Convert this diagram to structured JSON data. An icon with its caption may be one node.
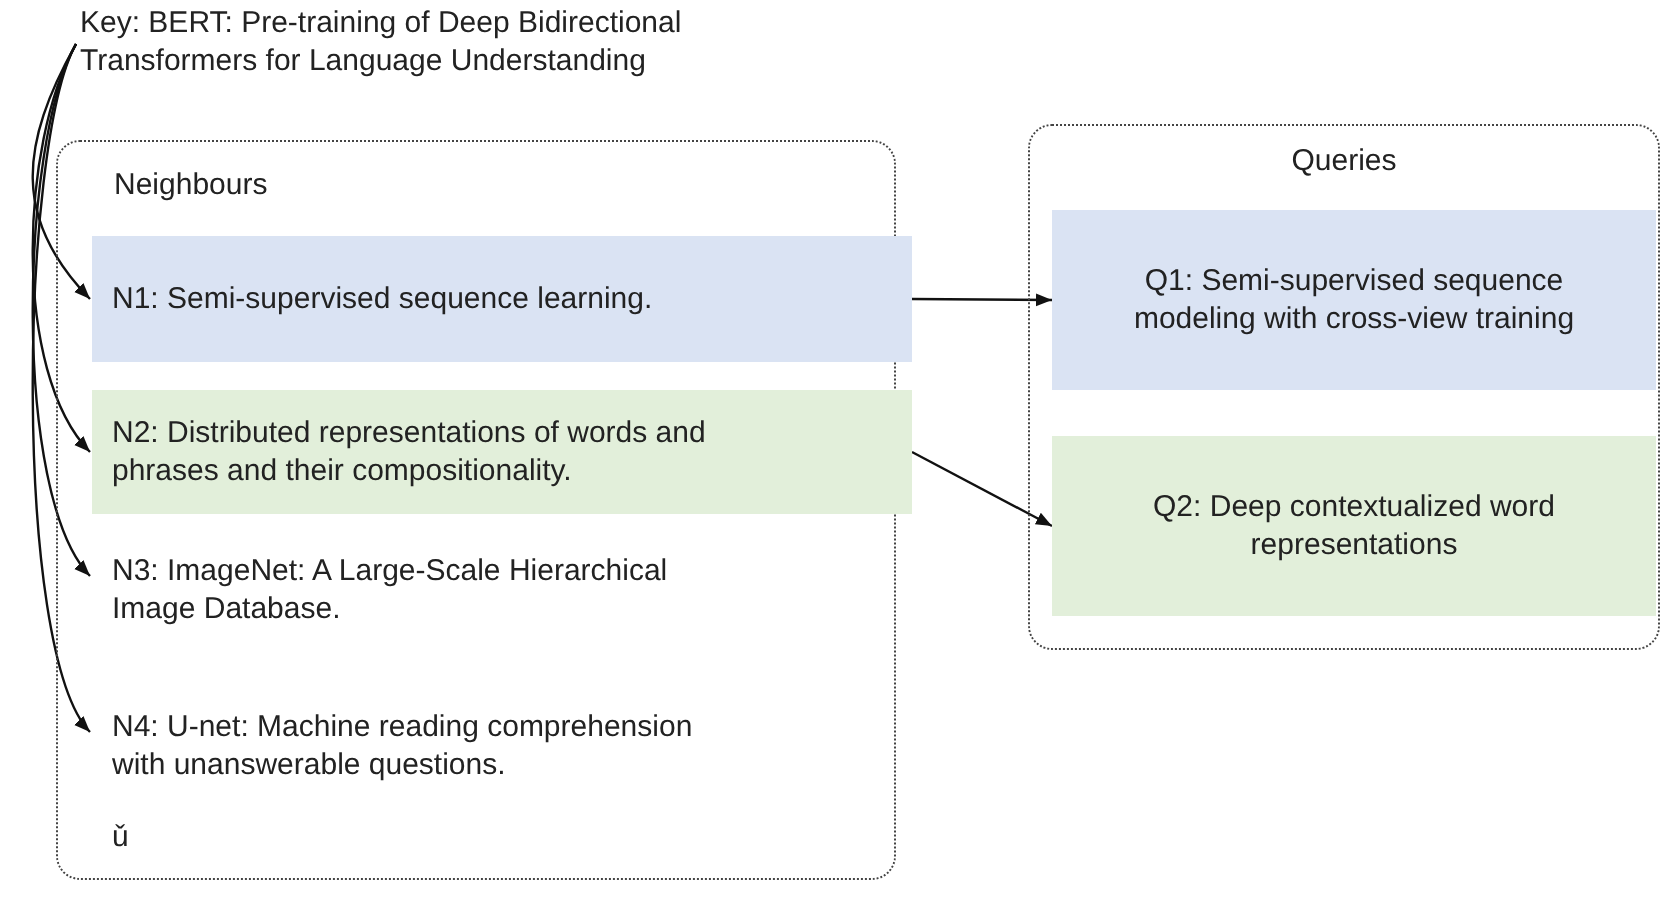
{
  "diagram": {
    "nodes": [
      {
        "text": [
          "Key: BERT: Pre-training of Deep Bidirectional Transformers for Language Understanding"
        ]
      },
      {
        "text": [
          "Neighbours"
        ]
      },
      {
        "text": [
          "N1: Semi-supervised sequence learning."
        ],
        "in": 1
      },
      {
        "text": [
          "N2: Distributed representations of words and phrases and their compositionality."
        ],
        "in": 1
      },
      {
        "text": [
          "N3: ImageNet: A Large-Scale Hierarchical Image Database."
        ],
        "in": 1
      },
      {
        "text": [
          "N4: U-net: Machine reading comprehension with unanswerable questions."
        ],
        "in": 1
      },
      {
        "text": [
          "Queries"
        ]
      },
      {
        "text": [
          "Q1: Semi-supervised sequence modeling with cross-view training"
        ],
        "in": 6
      },
      {
        "text": [
          "Q2: Deep contextualized word representations"
        ],
        "in": 6
      }
    ],
    "edges": [
      {
        "from": 0,
        "to": 2,
        "arrow": "to"
      },
      {
        "from": 0,
        "to": 3,
        "arrow": "to"
      },
      {
        "from": 0,
        "to": 4,
        "arrow": "to"
      },
      {
        "from": 0,
        "to": 5,
        "arrow": "to"
      },
      {
        "from": 2,
        "to": 7,
        "arrow": "to"
      },
      {
        "from": 3,
        "to": 8,
        "arrow": "to"
      }
    ],
    "labels": [
      "ǔ"
    ]
  }
}
